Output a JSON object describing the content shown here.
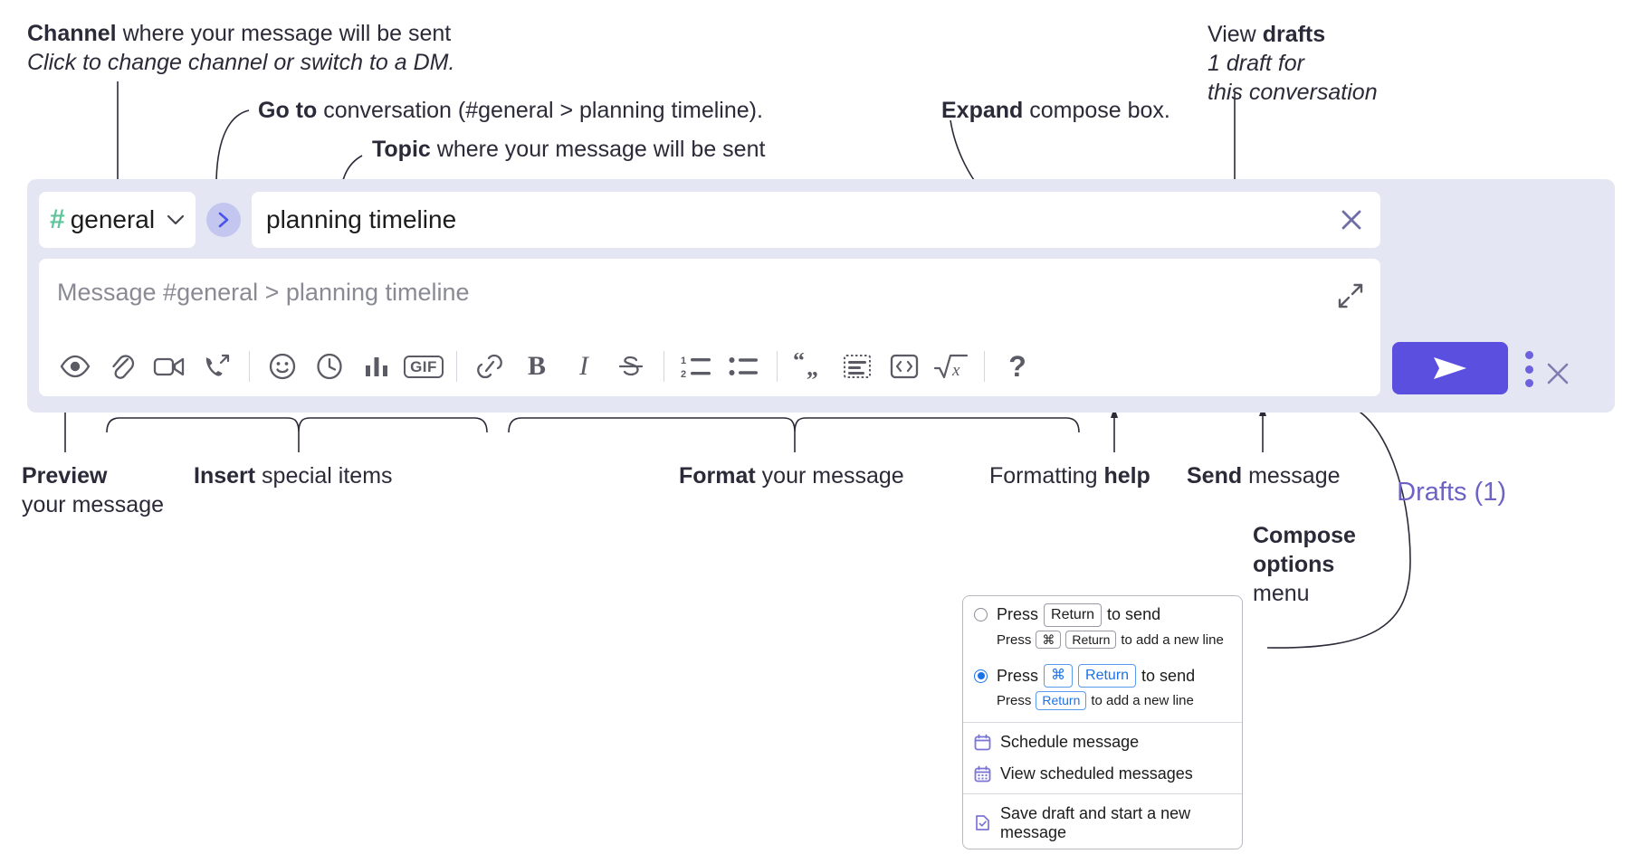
{
  "annotations": {
    "channel": {
      "bold": "Channel",
      "rest": " where your message will be sent",
      "italic": "Click to change channel or switch to a DM."
    },
    "goto": {
      "bold": "Go to",
      "rest": " conversation (#general > planning timeline)."
    },
    "topic": {
      "bold": "Topic",
      "rest": " where your message will be sent"
    },
    "expand": {
      "bold": "Expand",
      "rest": " compose box."
    },
    "drafts": {
      "normal": "View ",
      "bold": "drafts",
      "italic1": "1 draft for",
      "italic2": "this conversation"
    },
    "preview": {
      "bold": "Preview",
      "rest": "your message"
    },
    "insert": {
      "bold": "Insert",
      "rest": " special items"
    },
    "format": {
      "bold": "Format",
      "rest": " your message"
    },
    "help": {
      "normal": "Formatting ",
      "bold": "help"
    },
    "send": {
      "bold": "Send",
      "rest": " message"
    },
    "compose_options": {
      "bold1": "Compose",
      "bold2": "options",
      "rest": "menu"
    }
  },
  "compose": {
    "channel": {
      "hash": "#",
      "name": "general",
      "chevron": "chevron-down-icon"
    },
    "goto_label": "go-to-conversation",
    "topic": {
      "value": "planning timeline",
      "clear": "clear-topic-icon"
    },
    "message": {
      "placeholder": "Message #general > planning timeline",
      "value": ""
    },
    "expand_label": "expand-compose-icon",
    "drafts_label": "Drafts (1)",
    "close_label": "close-panel-icon",
    "send_label": "send-message",
    "kebab_label": "compose-options",
    "toolbar": [
      {
        "name": "preview-icon",
        "kind": "icon"
      },
      {
        "name": "attachment-icon",
        "kind": "icon"
      },
      {
        "name": "video-icon",
        "kind": "icon"
      },
      {
        "name": "audio-clip-icon",
        "kind": "icon"
      },
      {
        "name": "divider",
        "kind": "sep"
      },
      {
        "name": "emoji-icon",
        "kind": "icon"
      },
      {
        "name": "schedule-icon",
        "kind": "icon"
      },
      {
        "name": "poll-icon",
        "kind": "icon"
      },
      {
        "name": "gif-icon",
        "kind": "gif",
        "label": "GIF"
      },
      {
        "name": "divider",
        "kind": "sep"
      },
      {
        "name": "link-icon",
        "kind": "icon"
      },
      {
        "name": "bold-icon",
        "kind": "icon"
      },
      {
        "name": "italic-icon",
        "kind": "icon"
      },
      {
        "name": "strikethrough-icon",
        "kind": "icon"
      },
      {
        "name": "divider",
        "kind": "sep"
      },
      {
        "name": "ordered-list-icon",
        "kind": "icon"
      },
      {
        "name": "bulleted-list-icon",
        "kind": "icon"
      },
      {
        "name": "divider",
        "kind": "sep"
      },
      {
        "name": "blockquote-icon",
        "kind": "icon"
      },
      {
        "name": "code-block-icon",
        "kind": "icon"
      },
      {
        "name": "code-icon",
        "kind": "icon"
      },
      {
        "name": "math-icon",
        "kind": "icon"
      },
      {
        "name": "divider",
        "kind": "sep"
      },
      {
        "name": "formatting-help-icon",
        "kind": "help",
        "label": "?"
      }
    ]
  },
  "options_menu": {
    "option1": {
      "selected": false,
      "press": "Press",
      "key": "Return",
      "to_send": "to send",
      "sub_press": "Press",
      "sub_key1": "⌘",
      "sub_key2": "Return",
      "sub_rest": "to add a new line"
    },
    "option2": {
      "selected": true,
      "press": "Press",
      "key1": "⌘",
      "key2": "Return",
      "to_send": "to send",
      "sub_press": "Press",
      "sub_key": "Return",
      "sub_rest": "to add a new line"
    },
    "items": [
      {
        "icon": "calendar-icon",
        "label": "Schedule message"
      },
      {
        "icon": "calendar-grid-icon",
        "label": "View scheduled messages"
      },
      {
        "icon": "save-draft-icon",
        "label": "Save draft and start a new message"
      }
    ]
  },
  "colors": {
    "panel_bg": "#e4e6f3",
    "send_button": "#5b4fe0",
    "accent_purple": "#6d63c6",
    "hash_green": "#5ec49a",
    "radio_blue": "#1b72e8"
  }
}
